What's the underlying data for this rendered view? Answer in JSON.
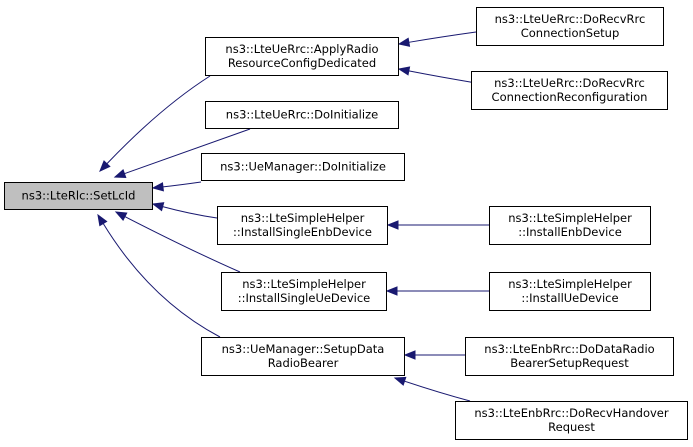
{
  "graph": {
    "nodes": [
      {
        "id": "setlcid",
        "lines": [
          "ns3::LteRlc::SetLcId"
        ],
        "highlight": true
      },
      {
        "id": "applyradio",
        "lines": [
          "ns3::LteUeRrc::ApplyRadio",
          "ResourceConfigDedicated"
        ]
      },
      {
        "id": "dorecvrrcsetup",
        "lines": [
          "ns3::LteUeRrc::DoRecvRrc",
          "ConnectionSetup"
        ]
      },
      {
        "id": "dorecvrrcreconf",
        "lines": [
          "ns3::LteUeRrc::DoRecvRrc",
          "ConnectionReconfiguration"
        ]
      },
      {
        "id": "uerrcinit",
        "lines": [
          "ns3::LteUeRrc::DoInitialize"
        ]
      },
      {
        "id": "uemgrinit",
        "lines": [
          "ns3::UeManager::DoInitialize"
        ]
      },
      {
        "id": "installsingleenb",
        "lines": [
          "ns3::LteSimpleHelper",
          "::InstallSingleEnbDevice"
        ]
      },
      {
        "id": "installenb",
        "lines": [
          "ns3::LteSimpleHelper",
          "::InstallEnbDevice"
        ]
      },
      {
        "id": "installsingleue",
        "lines": [
          "ns3::LteSimpleHelper",
          "::InstallSingleUeDevice"
        ]
      },
      {
        "id": "installue",
        "lines": [
          "ns3::LteSimpleHelper",
          "::InstallUeDevice"
        ]
      },
      {
        "id": "setupdrb",
        "lines": [
          "ns3::UeManager::SetupData",
          "RadioBearer"
        ]
      },
      {
        "id": "dodataradio",
        "lines": [
          "ns3::LteEnbRrc::DoDataRadio",
          "BearerSetupRequest"
        ]
      },
      {
        "id": "dorecvho",
        "lines": [
          "ns3::LteEnbRrc::DoRecvHandover",
          "Request"
        ]
      }
    ],
    "edges": [
      {
        "from": "applyradio",
        "to": "setlcid"
      },
      {
        "from": "uerrcinit",
        "to": "setlcid"
      },
      {
        "from": "uemgrinit",
        "to": "setlcid"
      },
      {
        "from": "installsingleenb",
        "to": "setlcid"
      },
      {
        "from": "installsingleue",
        "to": "setlcid"
      },
      {
        "from": "setupdrb",
        "to": "setlcid"
      },
      {
        "from": "dorecvrrcsetup",
        "to": "applyradio"
      },
      {
        "from": "dorecvrrcreconf",
        "to": "applyradio"
      },
      {
        "from": "installenb",
        "to": "installsingleenb"
      },
      {
        "from": "installue",
        "to": "installsingleue"
      },
      {
        "from": "dodataradio",
        "to": "setupdrb"
      },
      {
        "from": "dorecvho",
        "to": "setupdrb"
      }
    ],
    "colors": {
      "node_fill": "#ffffff",
      "highlight_fill": "#bfbfbf",
      "border": "#000000",
      "edge": "#191970"
    }
  }
}
